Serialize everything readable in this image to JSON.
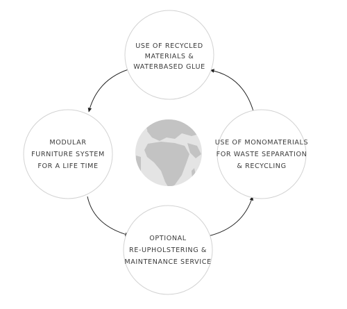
{
  "nodes": {
    "top": {
      "lines": [
        "USE OF RECYCLED",
        "MATERIALS &",
        "WATERBASED GLUE"
      ]
    },
    "right": {
      "lines": [
        "USE OF MONOMATERIALS",
        "FOR WASTE SEPARATION",
        "& RECYCLING"
      ]
    },
    "bottom": {
      "lines": [
        "OPTIONAL",
        "RE-UPHOLSTERING &",
        "MAINTENANCE SERVICE"
      ]
    },
    "left": {
      "lines": [
        "MODULAR",
        "FURNITURE SYSTEM",
        "FOR A LIFE TIME"
      ]
    }
  },
  "center_icon": "globe-icon",
  "colors": {
    "circle_stroke": "#d2d2d2",
    "text": "#3a3a3a",
    "arrow": "#222222",
    "globe_ocean": "#e4e4e4",
    "globe_land": "#c3c3c3"
  }
}
